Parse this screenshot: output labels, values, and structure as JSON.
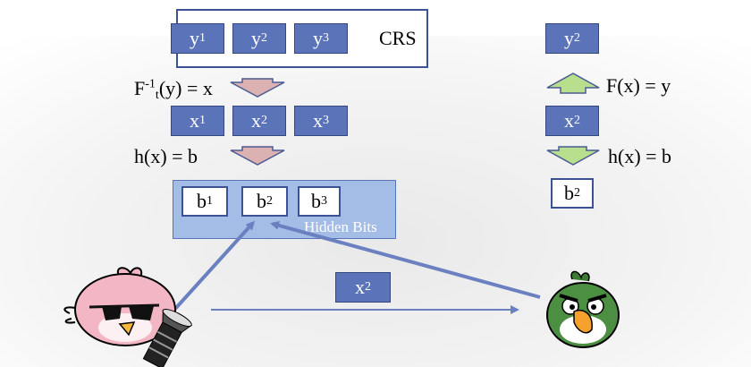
{
  "crs": {
    "label": "CRS",
    "cells": [
      {
        "base": "y",
        "sub": "1"
      },
      {
        "base": "y",
        "sub": "2"
      },
      {
        "base": "y",
        "sub": "3"
      }
    ]
  },
  "inverse_label": {
    "pre": "F",
    "sup": "-1",
    "sub": "t",
    "post": "(y) = x"
  },
  "x_row": [
    {
      "base": "x",
      "sub": "1"
    },
    {
      "base": "x",
      "sub": "2"
    },
    {
      "base": "x",
      "sub": "3"
    }
  ],
  "hash_label_left": "h(x) = b",
  "hidden": {
    "label": "Hidden Bits",
    "cells": [
      {
        "base": "b",
        "sub": "1"
      },
      {
        "base": "b",
        "sub": "2"
      },
      {
        "base": "b",
        "sub": "3"
      }
    ]
  },
  "right": {
    "y": {
      "base": "y",
      "sub": "2"
    },
    "forward_label": "F(x) = y",
    "x": {
      "base": "x",
      "sub": "2"
    },
    "hash_label": "h(x) = b",
    "b": {
      "base": "b",
      "sub": "2"
    }
  },
  "message": {
    "base": "x",
    "sub": "2"
  },
  "icons": [
    "pink-bird-icon",
    "flashlight-icon",
    "green-bird-icon"
  ],
  "colors": {
    "box_fill": "#5b73b8",
    "pink_arrow": "#dcb1b1",
    "green_arrow": "#b8df8e",
    "hidden_fill": "#a3bde6",
    "line": "#6a80c0"
  }
}
